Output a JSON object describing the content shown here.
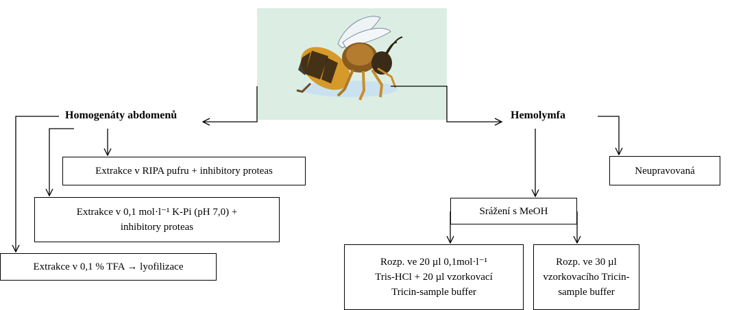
{
  "colors": {
    "line": "#000000",
    "panel": "#dceee4",
    "bee_stripe": "#2b1f12",
    "bee_body": "#d69a2a"
  },
  "headings": {
    "abdomen": "Homogenáty abdomenů",
    "hemolymph": "Hemolymfa"
  },
  "boxes": {
    "ripa": [
      "Extrakce v RIPA pufru + inhibitory proteas"
    ],
    "kpi": [
      "Extrakce v 0,1 mol·l⁻¹ K-Pi (pH 7,0) +",
      "inhibitory proteas"
    ],
    "tfa": [
      "Extrakce v 0,1 % TFA → lyofilizace"
    ],
    "untreated": [
      "Neupravovaná"
    ],
    "meoh": [
      "Srážení s MeOH"
    ],
    "tris": [
      "Rozp. ve 20 µl 0,1mol·l⁻¹",
      "Tris-HCl + 20 µl vzorkovací",
      "Tricin-sample buffer"
    ],
    "tricin": [
      "Rozp. ve 30 µl",
      "vzorkovacího Tricin-",
      "sample buffer"
    ]
  }
}
